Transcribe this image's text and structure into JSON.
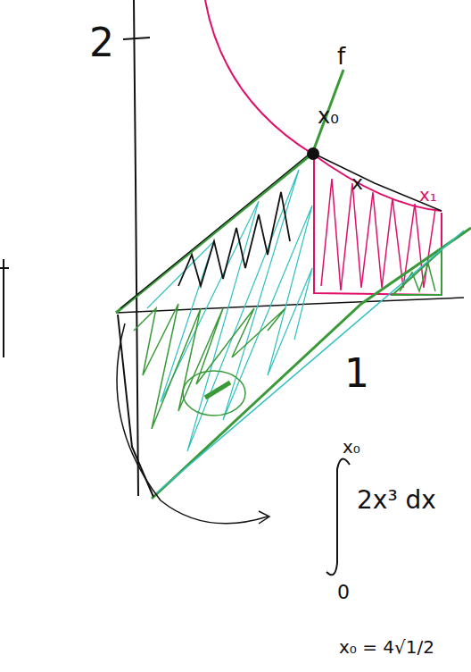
{
  "diagram": {
    "labels": [
      "2",
      "f",
      "x₀",
      "x",
      "x₁",
      "1",
      "x₀",
      "0",
      "2x³ dx",
      "x₀ = 4√1/2"
    ]
  }
}
